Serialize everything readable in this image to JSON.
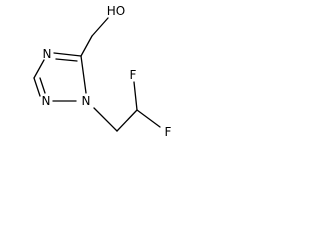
{
  "molecule": {
    "atoms": {
      "hydroxyl": "HO",
      "n4": "N",
      "n1": "N",
      "n2": "N",
      "f_left": "F",
      "f_right": "F"
    },
    "colors": {
      "bond": "#000000",
      "label": "#000000",
      "background": "#ffffff"
    }
  }
}
